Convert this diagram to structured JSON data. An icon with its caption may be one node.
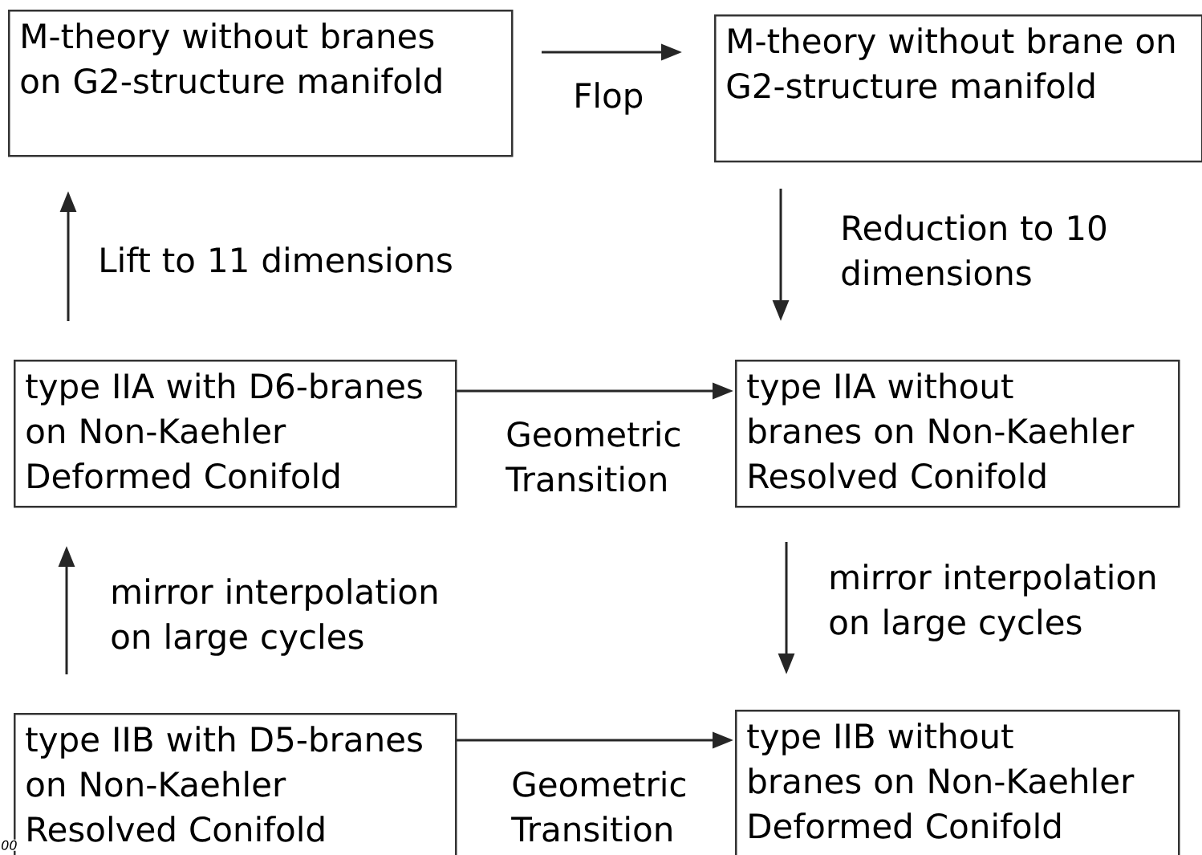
{
  "diagram": {
    "nodes": [
      {
        "text": [
          "M-theory without branes on G2-structure manifold"
        ]
      },
      {
        "text": [
          "M-theory without brane on G2-structure manifold"
        ]
      },
      {
        "text": [
          "type IIA with D6-branes on Non-Kaehler Deformed Conifold"
        ]
      },
      {
        "text": [
          "type IIA without branes on Non-Kaehler Resolved Conifold"
        ]
      },
      {
        "text": [
          "type IIB with D5-branes on Non-Kaehler Resolved Conifold"
        ]
      },
      {
        "text": [
          "type IIB without branes on Non-Kaehler Deformed Conifold"
        ]
      }
    ],
    "edges": [
      {
        "from": 0,
        "to": 1,
        "arrow": "to",
        "label": "Flop"
      },
      {
        "from": 1,
        "to": 3,
        "arrow": "to",
        "label": "Reduction to 10 dimensions"
      },
      {
        "from": 2,
        "to": 0,
        "arrow": "to",
        "label": "Lift to 11 dimensions"
      },
      {
        "from": 2,
        "to": 3,
        "arrow": "to",
        "label": "Geometric Transition"
      },
      {
        "from": 4,
        "to": 2,
        "arrow": "to",
        "label": "mirror interpolation on large cycles"
      },
      {
        "from": 3,
        "to": 5,
        "arrow": "to",
        "label": "mirror interpolation on large cycles"
      },
      {
        "from": 4,
        "to": 5,
        "arrow": "to",
        "label": "Geometric Transition"
      }
    ],
    "labels": [
      "00"
    ]
  }
}
